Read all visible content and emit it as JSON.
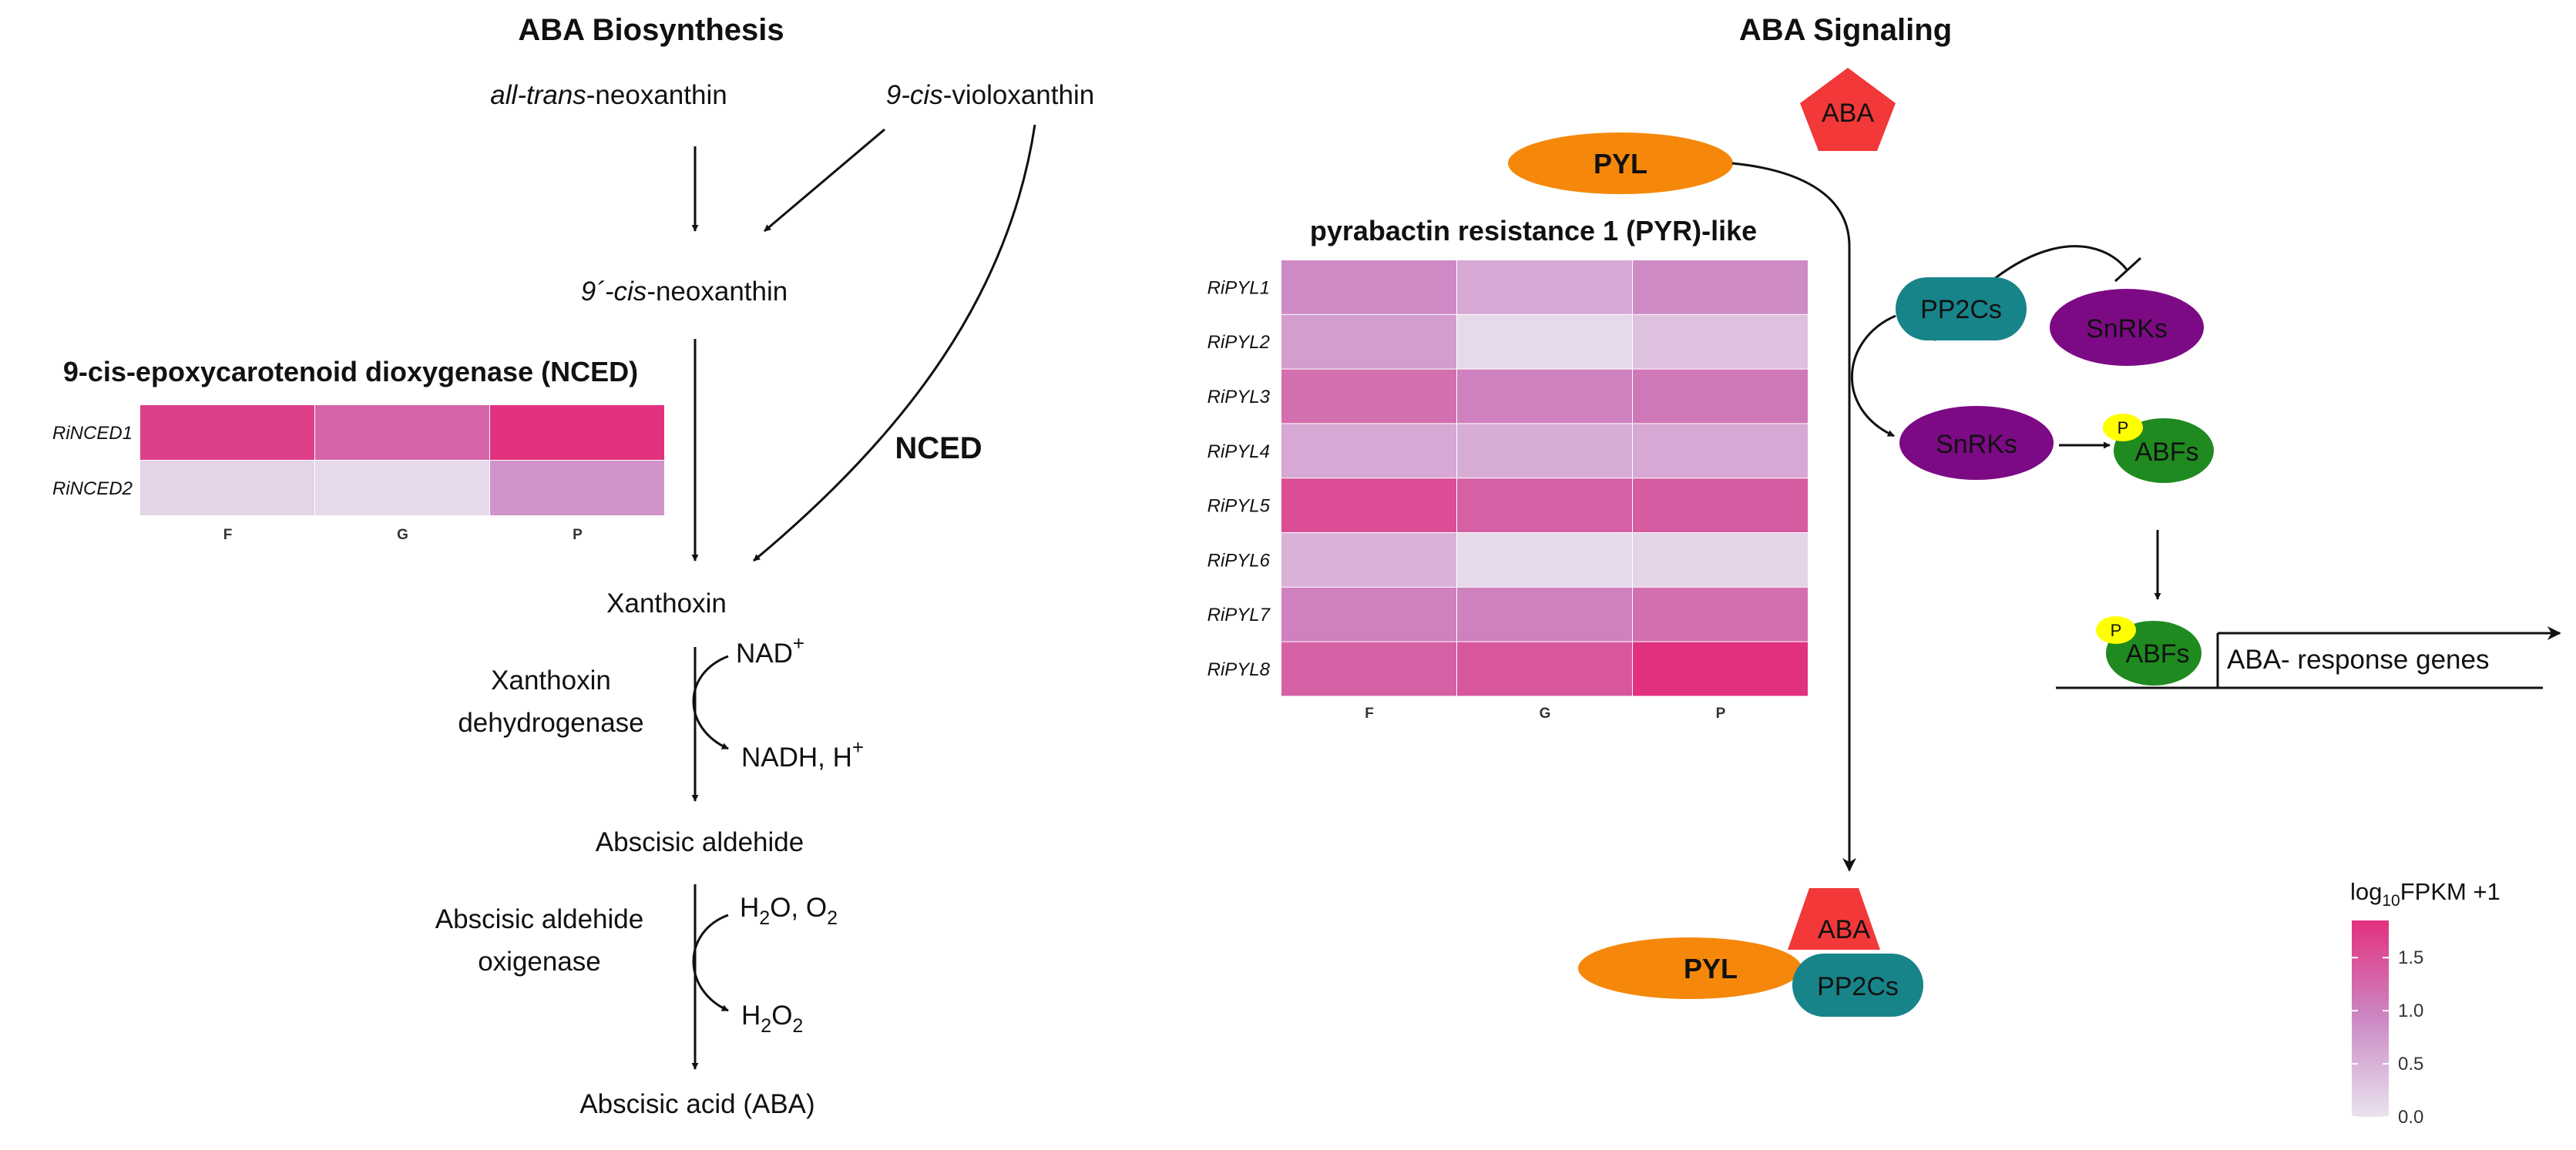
{
  "left": {
    "title": "ABA Biosynthesis",
    "substrate1": {
      "italic": "all-trans",
      "rest": "-neoxanthin"
    },
    "substrate2": {
      "italic": "9-cis",
      "rest": "-violoxanthin"
    },
    "intermediate": {
      "italic": "9´-cis",
      "rest": "-neoxanthin"
    },
    "nced_label": "NCED",
    "nced_heatmap": {
      "title": "9-cis-epoxycarotenoid dioxygenase (NCED)",
      "rows": [
        "RiNCED1",
        "RiNCED2"
      ],
      "cols": [
        "F",
        "G",
        "P"
      ],
      "values": [
        [
          1.7,
          1.3,
          1.9
        ],
        [
          0.15,
          0.1,
          0.8
        ]
      ]
    },
    "xanthoxin": "Xanthoxin",
    "enzyme1": [
      "Xanthoxin",
      "dehydrogenase"
    ],
    "nad": {
      "base": "NAD",
      "sup": "+"
    },
    "nadh": {
      "base": "NADH, H",
      "sup": "+"
    },
    "aldehyde": "Abscisic aldehide",
    "enzyme2": [
      "Abscisic aldehide",
      "oxigenase"
    ],
    "h2o_o2": [
      "H",
      "2",
      "O, O",
      "2"
    ],
    "h2o2": [
      "H",
      "2",
      "O",
      "2"
    ],
    "acid": "Abscisic acid (ABA)"
  },
  "right": {
    "title": "ABA Signaling",
    "aba": "ABA",
    "pyl": "PYL",
    "pp2cs": "PP2Cs",
    "snrks": "SnRKs",
    "abfs": "ABFs",
    "p": "P",
    "response": "ABA- response genes",
    "pyl_heatmap": {
      "title": "pyrabactin resistance 1 (PYR)-like",
      "rows": [
        "RiPYL1",
        "RiPYL2",
        "RiPYL3",
        "RiPYL4",
        "RiPYL5",
        "RiPYL6",
        "RiPYL7",
        "RiPYL8"
      ],
      "cols": [
        "F",
        "G",
        "P"
      ],
      "values": [
        [
          0.9,
          0.6,
          0.9
        ],
        [
          0.7,
          0.1,
          0.35
        ],
        [
          1.2,
          1.0,
          1.1
        ],
        [
          0.6,
          0.55,
          0.6
        ],
        [
          1.55,
          1.35,
          1.4
        ],
        [
          0.5,
          0.1,
          0.15
        ],
        [
          1.0,
          1.0,
          1.2
        ],
        [
          1.35,
          1.45,
          1.95
        ]
      ]
    },
    "legend": {
      "title_base": "log",
      "title_sub": "10",
      "title_rest": "FPKM +1",
      "ticks": [
        "1.5",
        "1.0",
        "0.5",
        "0.0"
      ],
      "tick_values": [
        1.5,
        1.0,
        0.5,
        0.0
      ],
      "min": 0.0,
      "max": 1.85,
      "color_low": "#e9e3ef",
      "color_mid": "#cc88c4",
      "color_high": "#e2317e"
    }
  },
  "colors": {
    "pyl": "#f5880a",
    "aba": "#f23838",
    "pp2cs": "#17848a",
    "snrks": "#7d0a85",
    "abfs": "#1f8a1f",
    "p": "#ffff00"
  }
}
